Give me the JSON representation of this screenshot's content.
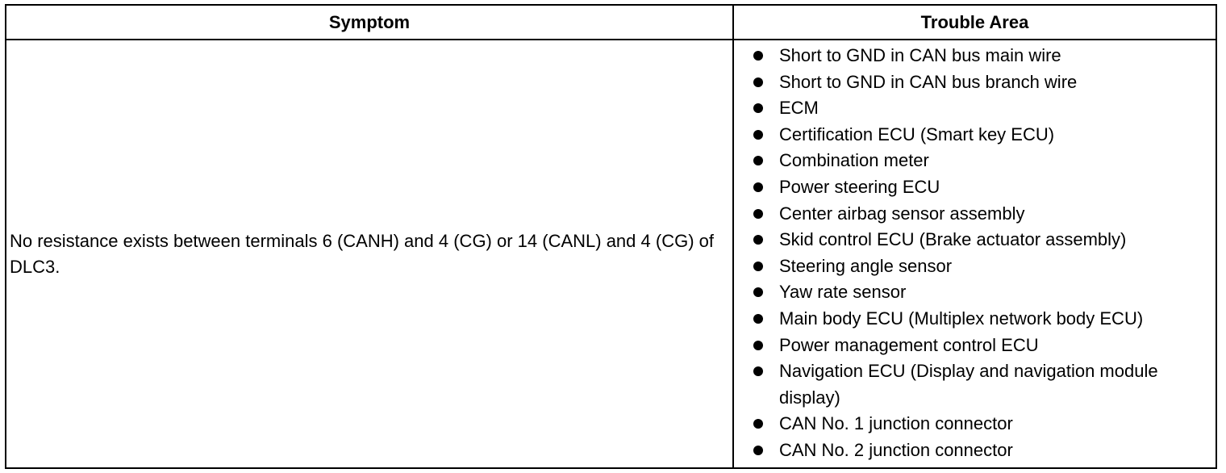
{
  "table": {
    "headers": {
      "symptom": "Symptom",
      "trouble_area": "Trouble Area"
    },
    "rows": [
      {
        "symptom": "No resistance exists between terminals 6 (CANH) and 4 (CG) or 14 (CANL) and 4 (CG) of DLC3.",
        "trouble_areas": [
          "Short to GND in CAN bus main wire",
          "Short to GND in CAN bus branch wire",
          "ECM",
          "Certification ECU (Smart key ECU)",
          "Combination meter",
          "Power steering ECU",
          "Center airbag sensor assembly",
          "Skid control ECU (Brake actuator assembly)",
          "Steering angle sensor",
          "Yaw rate sensor",
          "Main body ECU (Multiplex network body ECU)",
          "Power management control ECU",
          "Navigation ECU (Display and navigation module display)",
          "CAN No. 1 junction connector",
          "CAN No. 2 junction connector"
        ]
      }
    ]
  }
}
